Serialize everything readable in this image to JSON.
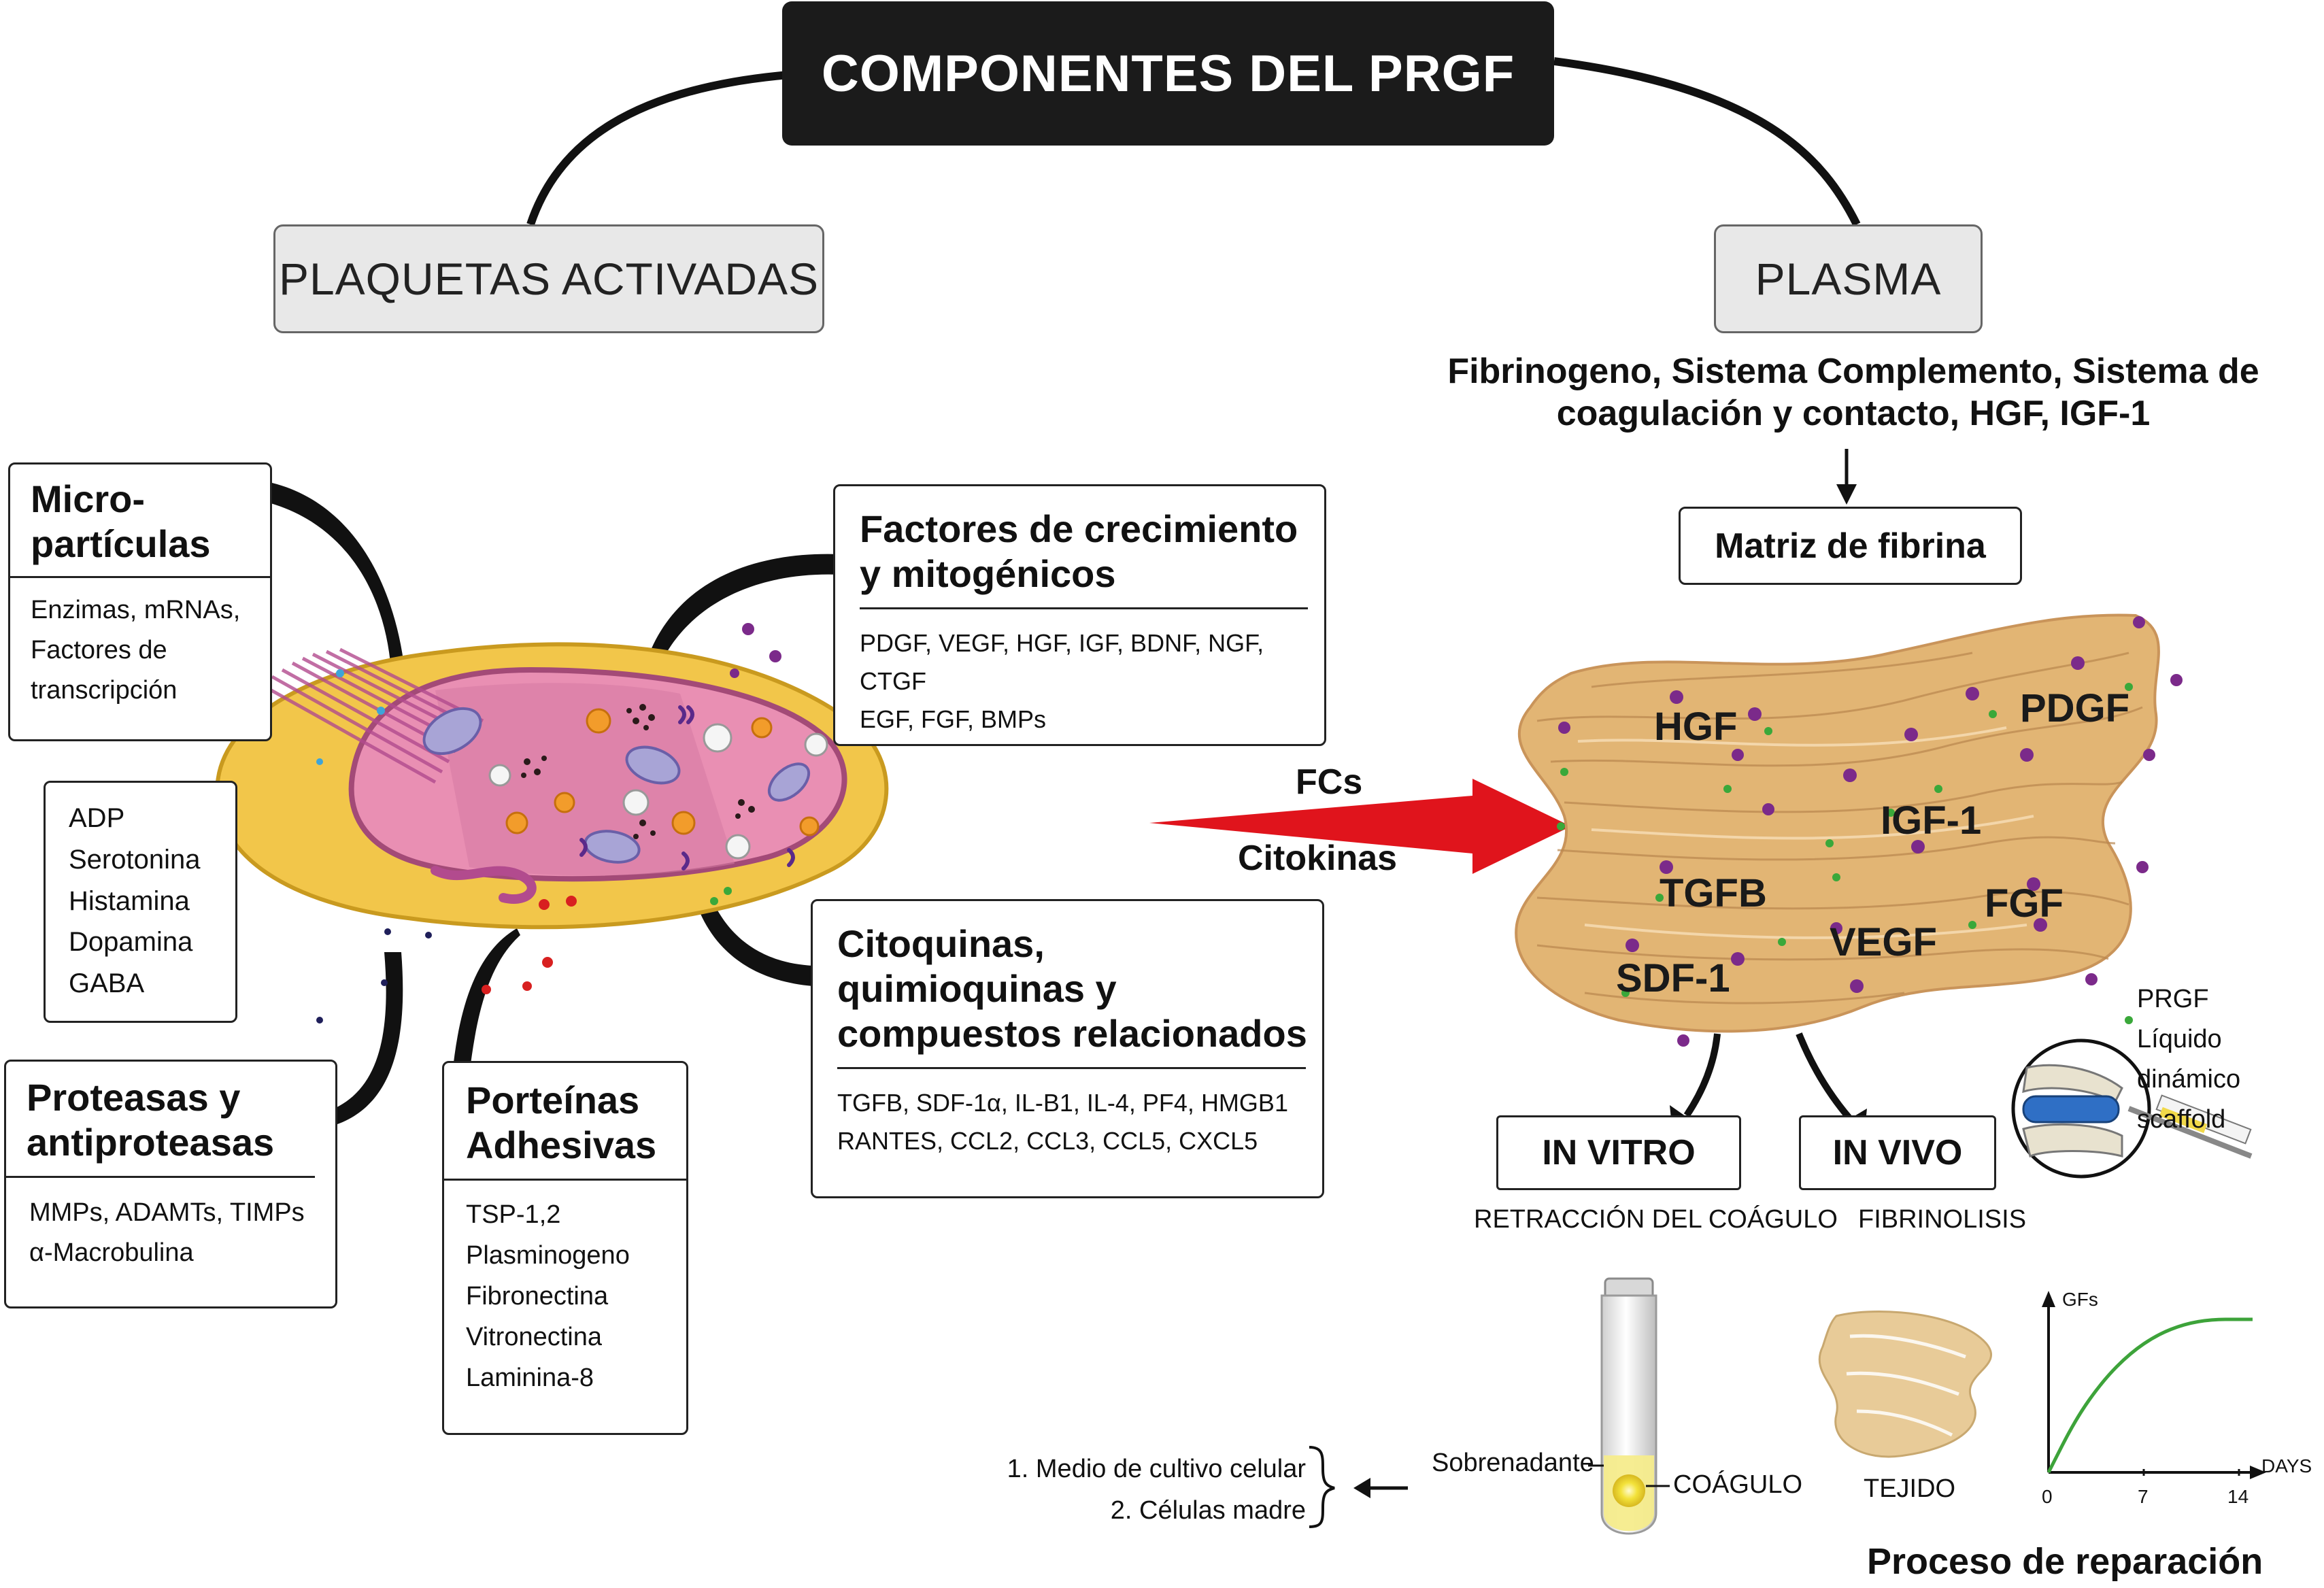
{
  "title": "COMPONENTES DEL PRGF",
  "branches": {
    "left": "PLAQUETAS ACTIVADAS",
    "right": "PLASMA"
  },
  "plasma": {
    "components": [
      "Fibrinogeno, Sistema Complemento, Sistema de",
      "coagulación y contacto, HGF, IGF-1"
    ],
    "matrix": "Matriz de fibrina"
  },
  "boxes": {
    "microparticulas": {
      "title": [
        "Micro-",
        "partículas"
      ],
      "items": [
        "Enzimas, mRNAs,",
        "Factores de",
        "transcripción"
      ]
    },
    "small_molecules": {
      "items": [
        "ADP",
        "Serotonina",
        "Histamina",
        "Dopamina",
        "GABA"
      ]
    },
    "proteasas": {
      "title": [
        "Proteasas y",
        "antiproteasas"
      ],
      "items": [
        "MMPs, ADAMTs, TIMPs",
        "α-Macrobulina"
      ]
    },
    "adhesivas": {
      "title": [
        "Porteínas",
        "Adhesivas"
      ],
      "items": [
        "TSP-1,2",
        "Plasminogeno",
        "Fibronectina",
        "Vitronectina",
        "Laminina-8"
      ]
    },
    "factores": {
      "title": [
        "Factores de crecimiento",
        "y mitogénicos"
      ],
      "items": [
        "PDGF, VEGF, HGF, IGF, BDNF, NGF, CTGF",
        "EGF, FGF, BMPs"
      ]
    },
    "citoquinas": {
      "title": [
        "Citoquinas,",
        "quimioquinas y",
        "compuestos relacionados"
      ],
      "items": [
        "TGFB, SDF-1α, IL-B1, IL-4, PF4, HMGB1",
        "RANTES, CCL2, CCL3, CCL5, CXCL5"
      ]
    }
  },
  "arrow_labels": [
    "FCs",
    "Citokinas"
  ],
  "fibrin_labels": [
    "HGF",
    "PDGF",
    "IGF-1",
    "TGFB",
    "FGF",
    "VEGF",
    "SDF-1"
  ],
  "outcomes": {
    "in_vitro": {
      "label": "IN VITRO",
      "caption": "RETRACCIÓN DEL COÁGULO"
    },
    "in_vivo": {
      "label": "IN VIVO",
      "caption": "FIBRINOLISIS"
    }
  },
  "prgf_note": [
    "PRGF",
    "Líquido dinámico",
    "scaffold"
  ],
  "tube": {
    "top_label": "Sobrenadante",
    "bottom_label": "COÁGULO"
  },
  "uses": [
    "1. Medio de cultivo celular",
    "2. Células madre"
  ],
  "tissue_label": "TEJIDO",
  "repair": {
    "title": "Proceso de reparación",
    "chart_data": {
      "type": "line",
      "ylabel": "GFs",
      "xlabel": "DAYS",
      "x_ticks": [
        "0",
        "7",
        "14"
      ],
      "series": [
        {
          "x": [
            0,
            2,
            4,
            6,
            8,
            10,
            12,
            14,
            15
          ],
          "y": [
            0,
            0.35,
            0.6,
            0.78,
            0.9,
            0.97,
            1.0,
            1.0,
            1.0
          ]
        }
      ]
    }
  },
  "colors": {
    "title_bg": "#1b1b1b",
    "arrow": "#e0141c",
    "fibrin": "#e2b574",
    "membrane": "#f2c64a",
    "cytoplasm": "#e98fb3",
    "curve": "#3da33a"
  }
}
